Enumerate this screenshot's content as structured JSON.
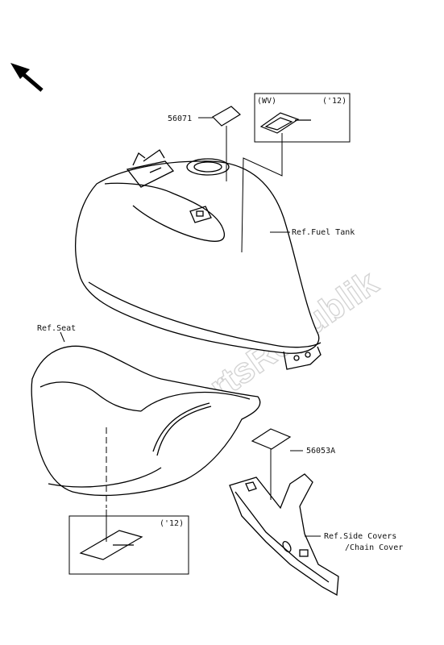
{
  "labels": {
    "part_56071": "56071",
    "wv": "(WV)",
    "year_top": "('12)",
    "ref_fuel_tank": "Ref.Fuel Tank",
    "ref_seat": "Ref.Seat",
    "part_56053a": "56053A",
    "year_bottom": "('12)",
    "ref_side_covers": "Ref.Side Covers",
    "chain_cover": "/Chain Cover"
  },
  "watermark": "PartsRepublik",
  "icons": {
    "front_direction": "arrow-up-left-icon"
  }
}
